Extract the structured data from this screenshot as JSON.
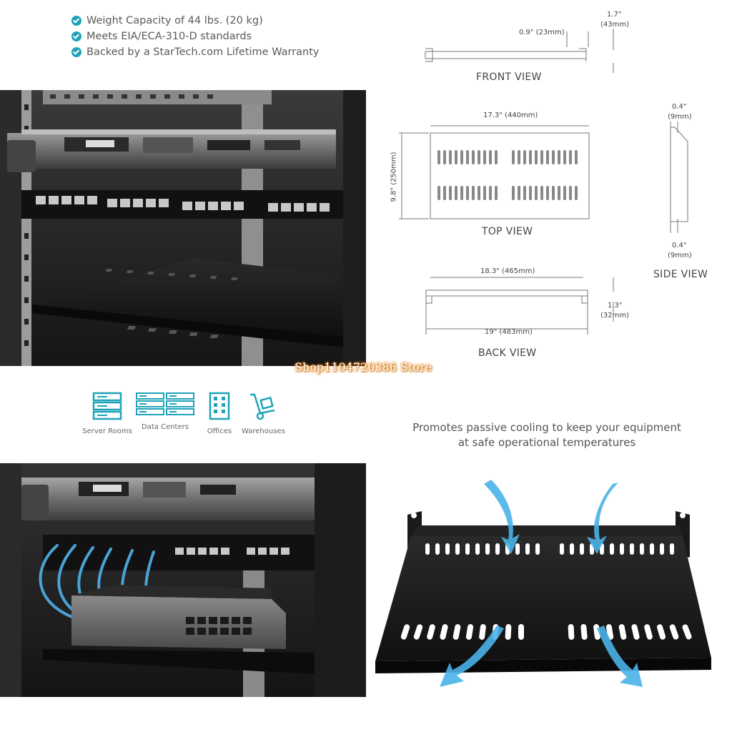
{
  "features": [
    "Weight Capacity of 44 lbs. (20 kg)",
    "Meets EIA/ECA-310-D standards",
    "Backed by a StarTech.com Lifetime Warranty"
  ],
  "diagram": {
    "front_view": {
      "label": "FRONT VIEW",
      "depth": "0.9\" (23mm)",
      "height_in": "1.7\"",
      "height_mm": "(43mm)"
    },
    "top_view": {
      "label": "TOP VIEW",
      "width": "17.3\" (440mm)",
      "depth": "9.8\" (250mm)"
    },
    "side_view": {
      "label": "SIDE VIEW",
      "top_in": "0.4\"",
      "top_mm": "(9mm)",
      "bottom_in": "0.4\"",
      "bottom_mm": "(9mm)"
    },
    "back_view": {
      "label": "BACK VIEW",
      "inner_width": "18.3\" (465mm)",
      "outer_width": "19\" (483mm)",
      "height_in": "1.3\"",
      "height_mm": "(32mm)"
    }
  },
  "watermark": "Shop1104720386 Store",
  "use_cases": [
    {
      "label": "Server Rooms",
      "icon": "server-stack-icon"
    },
    {
      "label": "Data Centers",
      "icon": "data-center-icon"
    },
    {
      "label": "Offices",
      "icon": "office-building-icon"
    },
    {
      "label": "Warehouses",
      "icon": "hand-truck-icon"
    }
  ],
  "cooling": {
    "line1": "Promotes passive cooling to keep your equipment",
    "line2": "at safe operational temperatures"
  },
  "colors": {
    "accent": "#1fa3b8",
    "watermark_glow": "#e07800",
    "airflow_arrow": "#4ab3e8"
  }
}
